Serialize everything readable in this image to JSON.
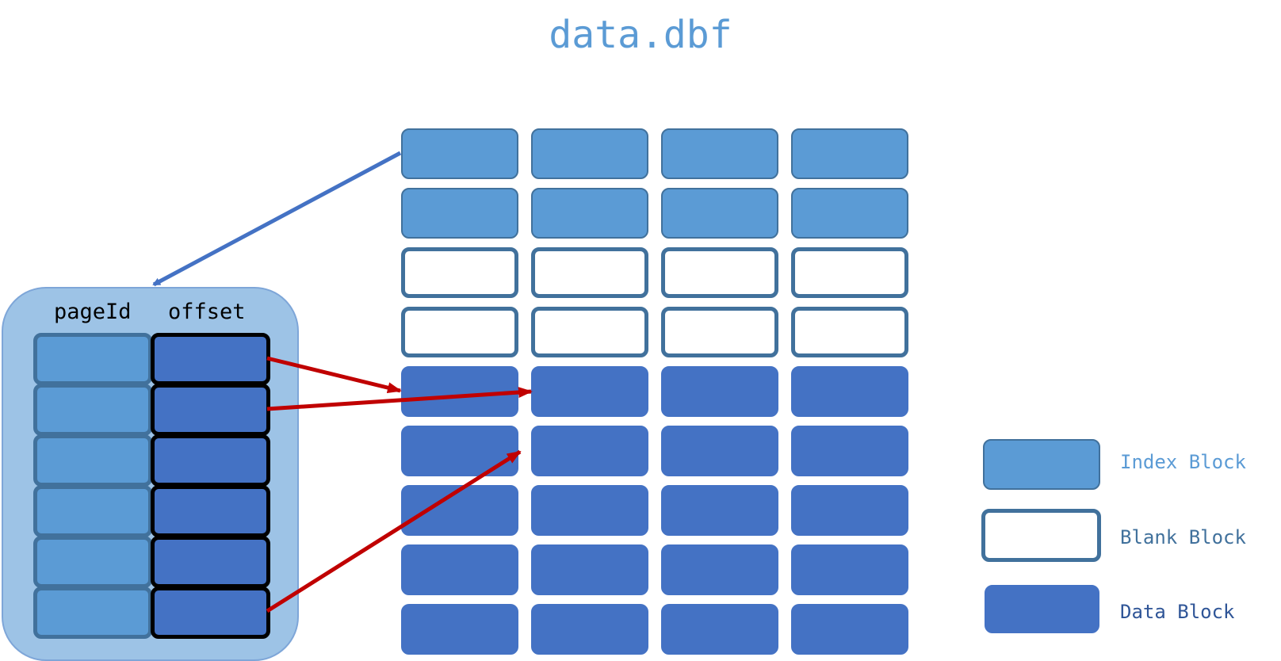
{
  "title": "data.dbf",
  "colors": {
    "index": "#5b9bd5",
    "blank_border": "#41719c",
    "data": "#4472c4",
    "pointer": "#c00000",
    "link": "#4472c4"
  },
  "grid": {
    "rows": [
      {
        "type": "index"
      },
      {
        "type": "index"
      },
      {
        "type": "blank"
      },
      {
        "type": "blank"
      },
      {
        "type": "data"
      },
      {
        "type": "data"
      },
      {
        "type": "data"
      },
      {
        "type": "data"
      },
      {
        "type": "data"
      }
    ],
    "columns": 4
  },
  "index_table": {
    "headers": [
      "pageId",
      "offset"
    ],
    "row_count": 6
  },
  "legend": [
    {
      "type": "index",
      "label": "Index Block",
      "color": "#5b9bd5"
    },
    {
      "type": "blank",
      "label": "Blank Block",
      "color": "#41719c"
    },
    {
      "type": "data",
      "label": "Data Block",
      "color": "#4472c4"
    }
  ]
}
